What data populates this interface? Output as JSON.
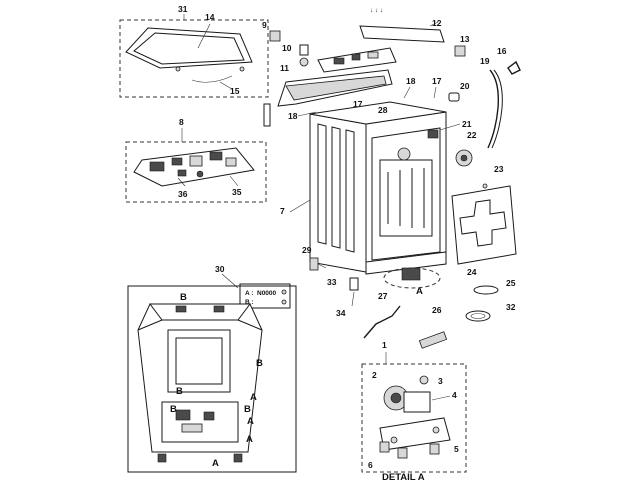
{
  "parts": {
    "p1": "1",
    "p2": "2",
    "p3": "3",
    "p4": "4",
    "p5": "5",
    "p6": "6",
    "p7": "7",
    "p8": "8",
    "p9": "9",
    "p10": "10",
    "p11": "11",
    "p12": "12",
    "p13": "13",
    "p14": "14",
    "p15": "15",
    "p16": "16",
    "p17": "17",
    "p18a": "18",
    "p18b": "18",
    "p19": "19",
    "p20": "20",
    "p21": "21",
    "p22": "22",
    "p23": "23",
    "p24": "24",
    "p25": "25",
    "p26": "26",
    "p27": "27",
    "p28": "28",
    "p29": "29",
    "p30": "30",
    "p31": "31",
    "p32": "32",
    "p33": "33",
    "p34": "34",
    "p35": "35",
    "p36": "36"
  },
  "callouts": {
    "a_detail": "A",
    "b1": "B",
    "b2": "B",
    "b3": "B",
    "b4": "B",
    "b5": "B",
    "a1": "A",
    "a2": "A",
    "a3": "A",
    "a4": "A"
  },
  "labels_box": {
    "row_a_letter": "A :",
    "row_a_value": "N0000",
    "row_b_letter": "B :"
  },
  "detail_title": "DETAIL A"
}
